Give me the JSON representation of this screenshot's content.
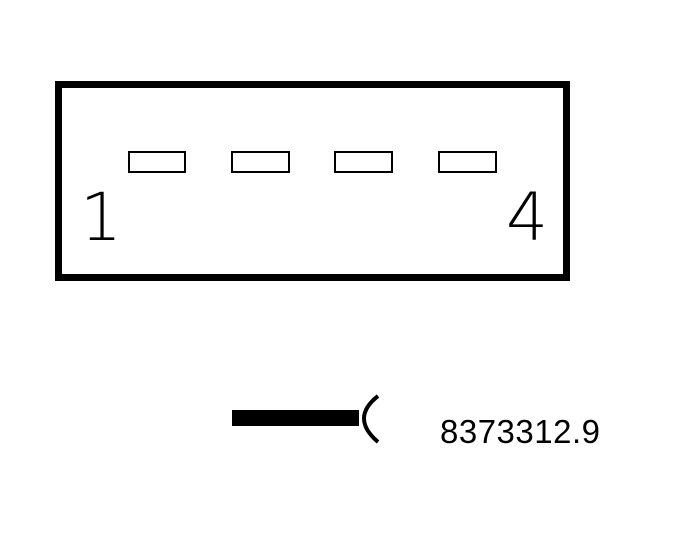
{
  "connector": {
    "pin_count": 4,
    "first_pin_label": "1",
    "last_pin_label": "4"
  },
  "harness": {
    "reference_number": "8373312.9"
  },
  "colors": {
    "line": "#000000",
    "background": "#ffffff"
  }
}
